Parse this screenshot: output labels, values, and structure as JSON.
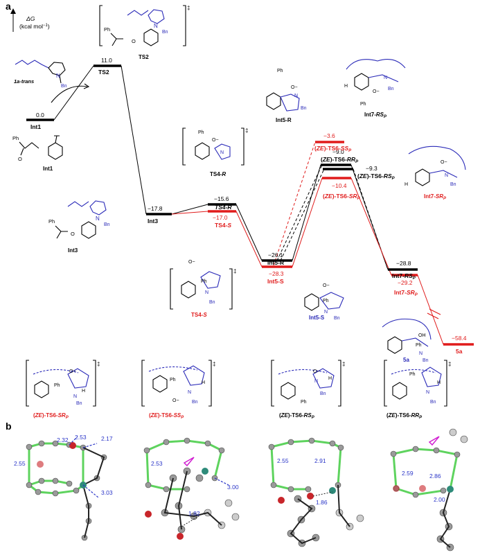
{
  "panel_a": {
    "label": "a",
    "axis_label_1": "ΔG",
    "axis_label_2": "(kcal mol",
    "axis_label_exp": "−1",
    "axis_label_3": ")",
    "levels": [
      {
        "id": "int1",
        "name": "Int1",
        "energy": "0.0"
      },
      {
        "id": "ts2",
        "name": "TS2",
        "energy": "11.0"
      },
      {
        "id": "int3",
        "name": "Int3",
        "energy": "−17.8"
      },
      {
        "id": "ts4r",
        "name": "TS4-R",
        "energy": "−15.6"
      },
      {
        "id": "ts4s",
        "name": "TS4-S",
        "energy": "−17.0"
      },
      {
        "id": "int5r",
        "name": "Int5-R",
        "energy": "−26.1"
      },
      {
        "id": "int5s",
        "name": "Int5-S",
        "energy": "−28.3"
      },
      {
        "id": "ts6ss",
        "name": "(ZE)-TS6-SSp",
        "energy": "−3.6"
      },
      {
        "id": "ts6rr",
        "name": "(ZE)-TS6-RRp",
        "energy": "−9.0"
      },
      {
        "id": "ts6rs",
        "name": "(ZE)-TS6-RSp",
        "energy": "−9.3"
      },
      {
        "id": "ts6sr",
        "name": "(ZE)-TS6-SRp",
        "energy": "−10.4"
      },
      {
        "id": "int7rs",
        "name": "Int7-RSp",
        "energy": "−28.8"
      },
      {
        "id": "int7sr",
        "name": "Int7-SRp",
        "energy": "−29.2"
      },
      {
        "id": "p5a",
        "name": "5a",
        "energy": "−58.4"
      }
    ],
    "structure_labels": {
      "s_1a": "1a-trans",
      "s_int1": "Int1",
      "s_ts2": "TS2",
      "s_int3": "Int3",
      "s_ts4r": "TS4-R",
      "s_ts4s": "TS4-S",
      "s_int5r": "Int5-R",
      "s_int5s": "Int5-S",
      "s_int7rs": "Int7-RSp",
      "s_int7sr": "Int7-SRp",
      "s_5a": "5a"
    },
    "atom_labels": {
      "ph": "Ph",
      "bn": "Bn",
      "n": "N",
      "o": "O",
      "h": "H",
      "oh": "OH",
      "ominus": "O−",
      "dagger": "‡"
    },
    "ts_structures": [
      {
        "id": "ts6sr",
        "label": "(ZE)-TS6-SRp"
      },
      {
        "id": "ts6ss",
        "label": "(ZE)-TS6-SSp"
      },
      {
        "id": "ts6rs",
        "label": "(ZE)-TS6-RSp"
      },
      {
        "id": "ts6rr",
        "label": "(ZE)-TS6-RRp"
      }
    ]
  },
  "panel_b": {
    "label": "b",
    "structures": [
      {
        "id": "m1",
        "distances": [
          "2.55",
          "2.32",
          "2.53",
          "2.17",
          "3.03"
        ]
      },
      {
        "id": "m2",
        "distances": [
          "2.53",
          "3.00",
          "1.82"
        ]
      },
      {
        "id": "m3",
        "distances": [
          "2.55",
          "2.91",
          "1.86"
        ]
      },
      {
        "id": "m4",
        "distances": [
          "2.59",
          "2.86",
          "2.00"
        ]
      }
    ]
  },
  "colors": {
    "black": "#000000",
    "red": "#e01b1b",
    "blue": "#2a2ab8",
    "dist_blue": "#2a35c8",
    "green": "#5ed35e",
    "magenta": "#d11fd1",
    "atom_grey": "#9a9a9a",
    "atom_red": "#c8252a"
  }
}
